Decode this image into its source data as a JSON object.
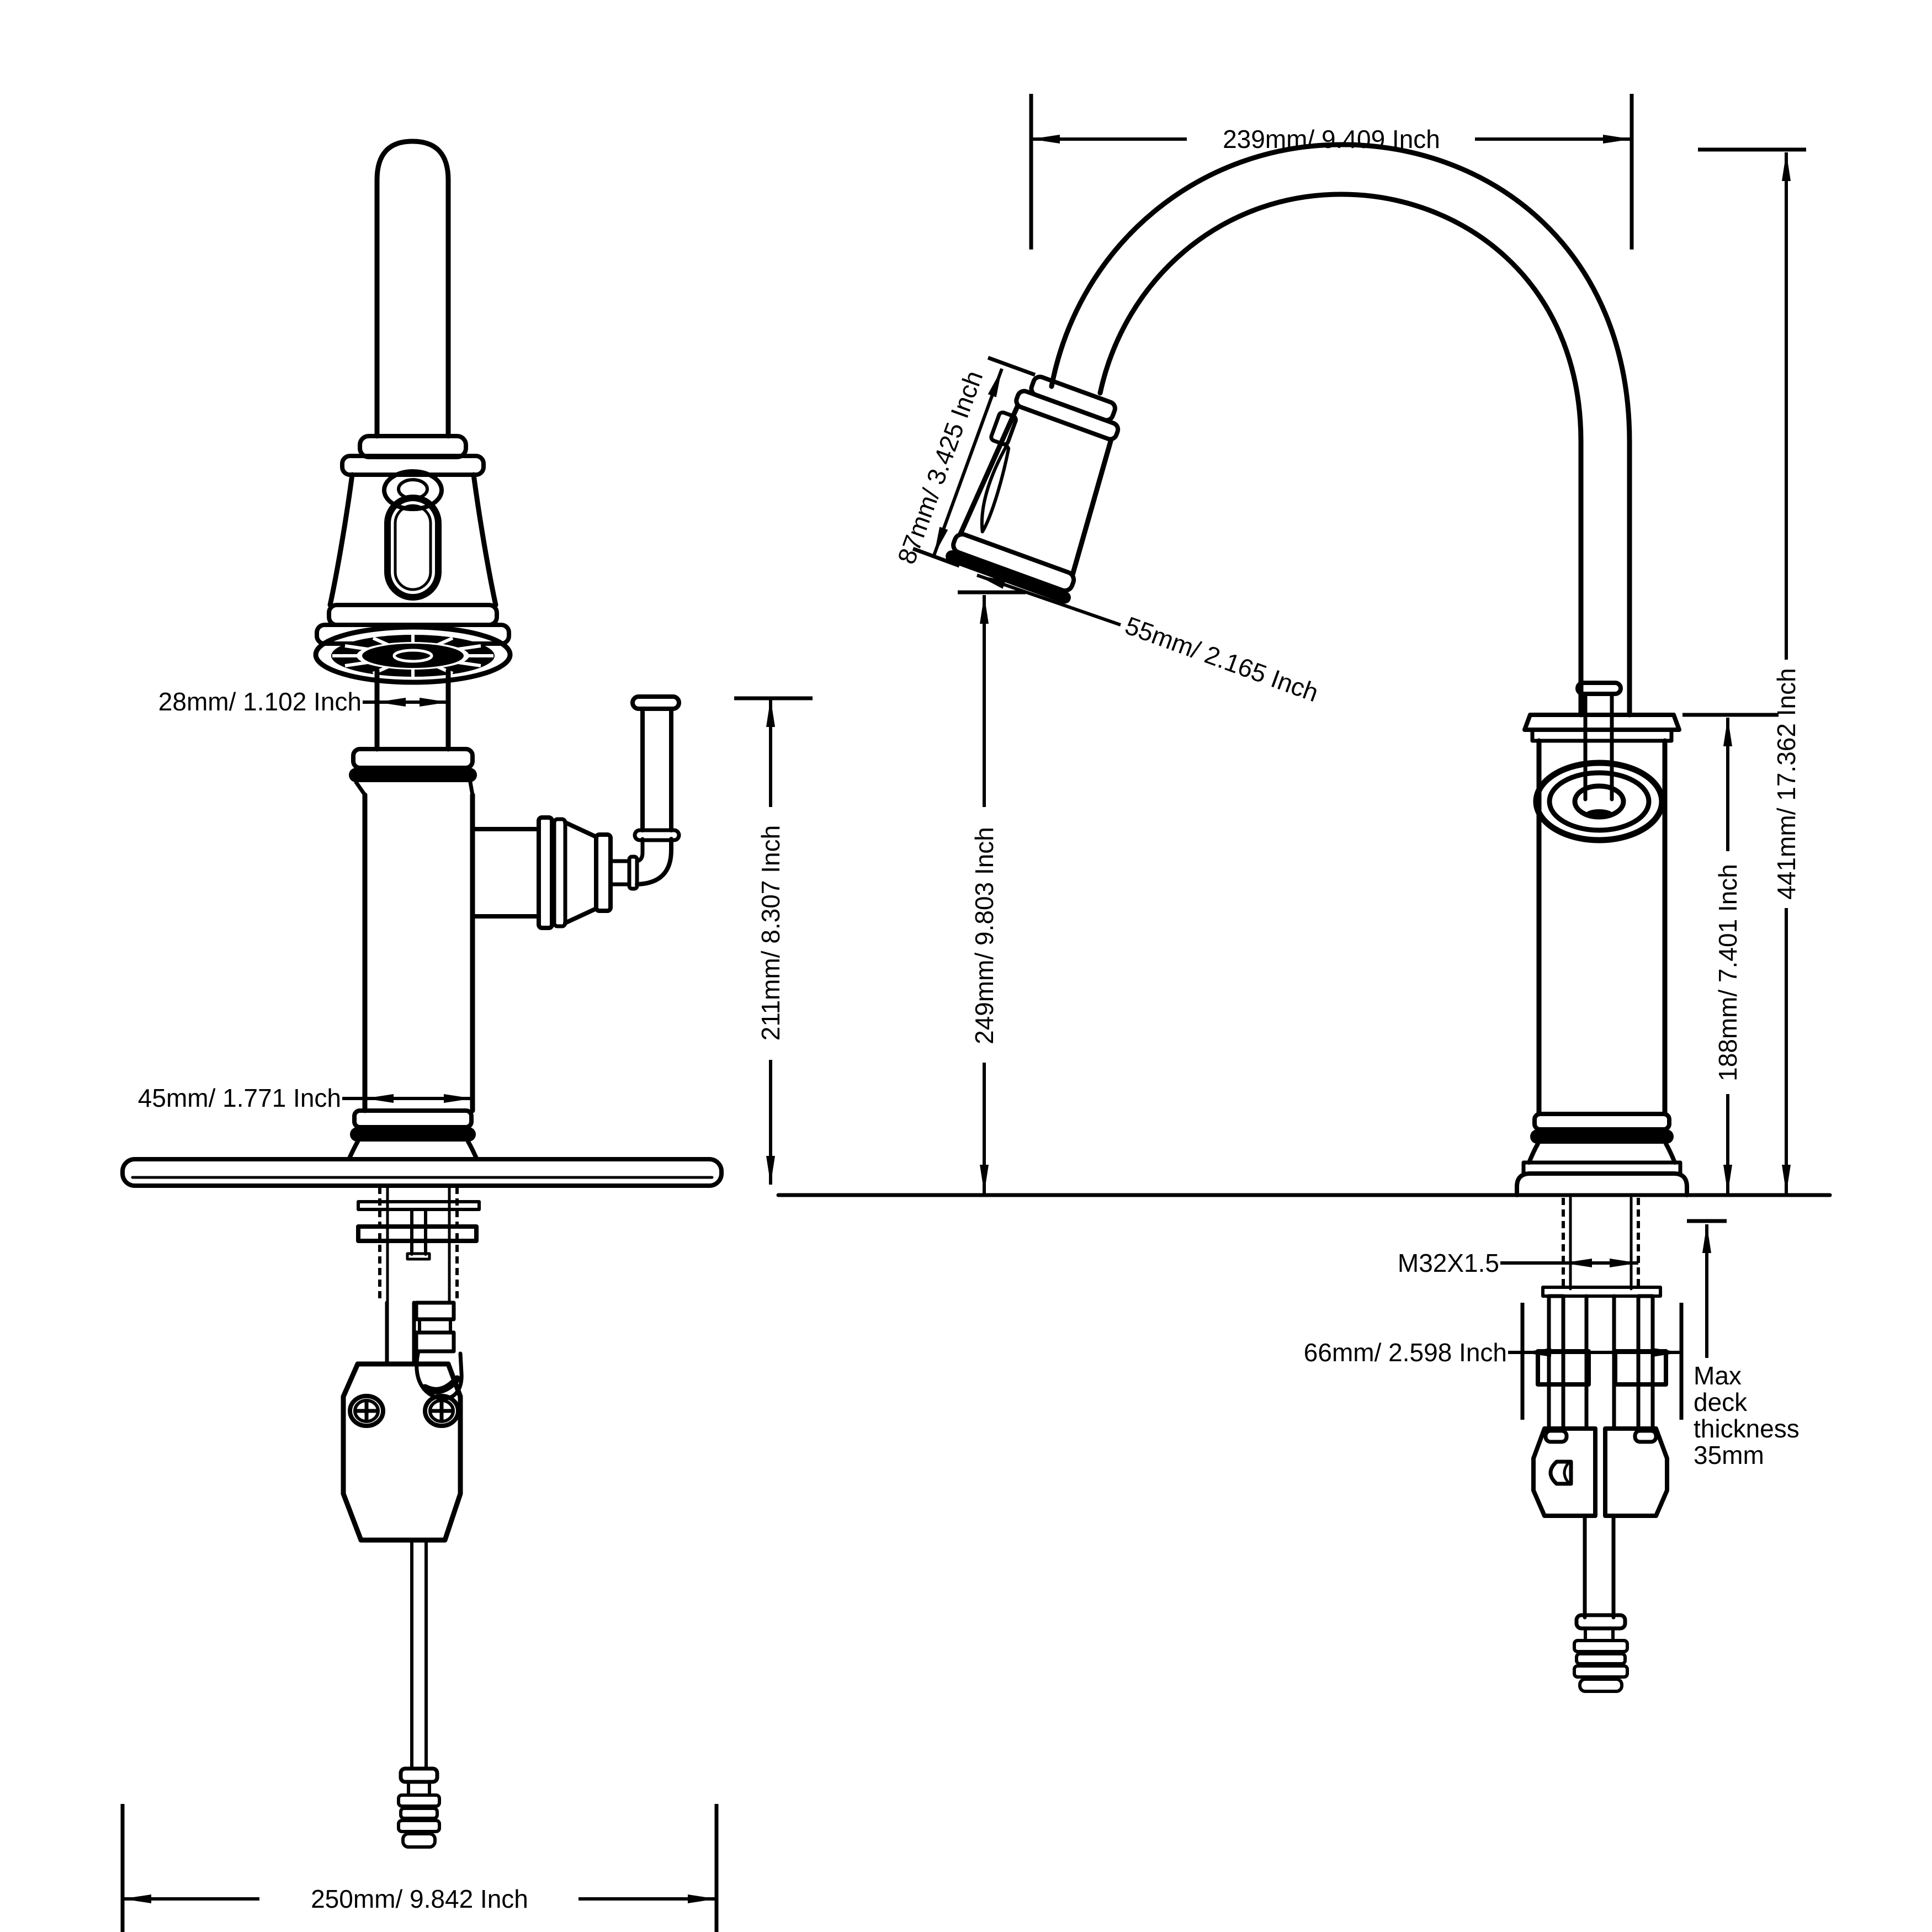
{
  "drawing": {
    "background_color": "#ffffff",
    "line_color": "#000000",
    "type": "faucet installation dimension drawing",
    "views": [
      "front",
      "side"
    ]
  },
  "dims": {
    "spout_tube_width": "28mm/ 1.102 Inch",
    "body_width": "45mm/ 1.771 Inch",
    "spout_height": "211mm/ 8.307 Inch",
    "plate_length": "250mm/ 9.842 Inch",
    "spout_reach": "239mm/ 9.409 Inch",
    "spray_head_length": "87mm/ 3.425 Inch",
    "spray_head_width": "55mm/ 2.165 Inch",
    "outlet_clearance": "249mm/ 9.803 Inch",
    "total_height": "441mm/ 17.362 Inch",
    "body_height": "188mm/ 7.401 Inch",
    "thread_spec": "M32X1.5",
    "base_width": "66mm/ 2.598 Inch",
    "max_deck": [
      "Max",
      "deck",
      "thickness",
      "35mm"
    ]
  }
}
